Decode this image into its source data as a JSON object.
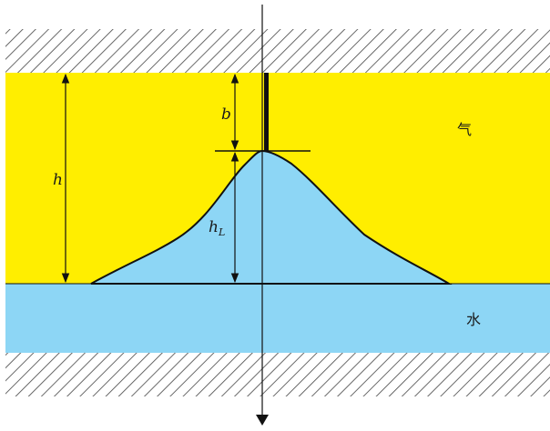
{
  "labels": {
    "h": "h",
    "b": "b",
    "hl_main": "h",
    "hl_sub": "L",
    "gas": "气",
    "water": "水"
  },
  "colors": {
    "gas_layer": "#ffee00",
    "water_layer": "#8dd6f5",
    "hatch": "#444444",
    "line": "#111111"
  }
}
